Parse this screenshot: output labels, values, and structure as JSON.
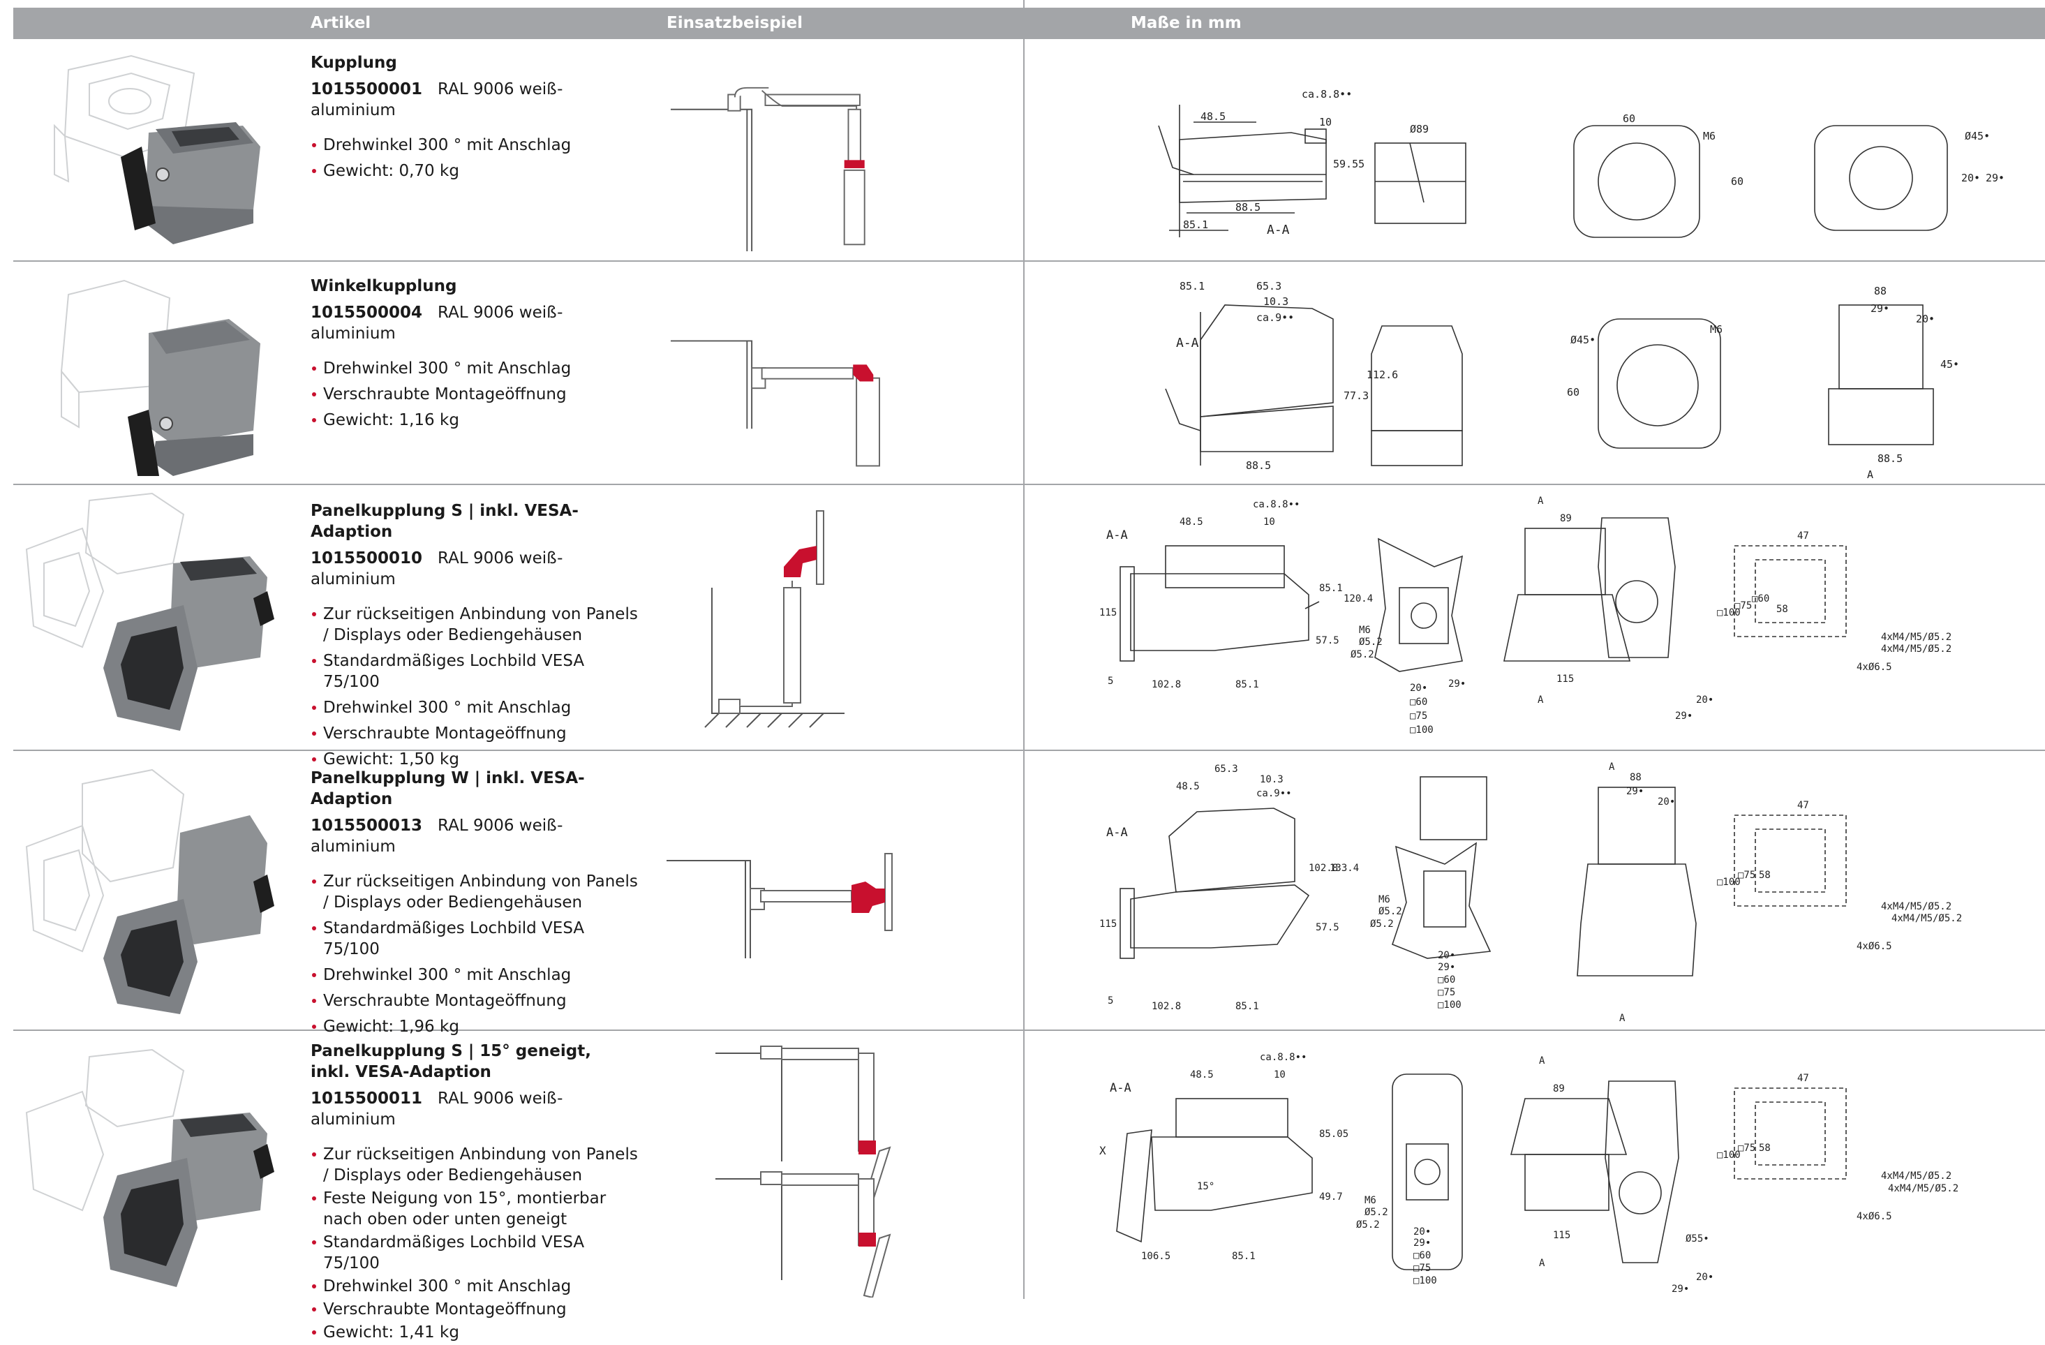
{
  "header": {
    "col_article": "Artikel",
    "col_example": "Einsatzbeispiel",
    "col_dims": "Maße in mm"
  },
  "products": [
    {
      "title": "Kupplung",
      "code": "1015500001",
      "color": "RAL 9006 weiß-aluminium",
      "features": [
        "Drehwinkel 300 ° mit Anschlag",
        "Gewicht: 0,70 kg"
      ],
      "dims": [
        "48.5",
        "ca.8.8••",
        "10",
        "59.55",
        "88.5",
        "85.1",
        "A-A",
        "Ø89",
        "60",
        "M6",
        "60",
        "Ø45•",
        "20•",
        "29•"
      ]
    },
    {
      "title": "Winkelkupplung",
      "code": "1015500004",
      "color": "RAL 9006 weiß-aluminium",
      "features": [
        "Drehwinkel 300 ° mit Anschlag",
        "Verschraubte Montageöffnung",
        "Gewicht: 1,16 kg"
      ],
      "dims": [
        "85.1",
        "65.3",
        "10.3",
        "ca.9••",
        "A-A",
        "77.3",
        "112.6",
        "88.5",
        "Ø45•",
        "M6",
        "60",
        "88",
        "29•",
        "20•",
        "45•",
        "88.5",
        "A"
      ]
    },
    {
      "title": "Panelkupplung S | inkl. VESA-Adaption",
      "code": "1015500010",
      "color": "RAL 9006 weiß-aluminium",
      "features": [
        "Zur rückseitigen Anbindung von Panels / Displays oder Bediengehäusen",
        "Standardmäßiges Lochbild VESA 75/100",
        "Drehwinkel 300 ° mit Anschlag",
        "Verschraubte Montageöffnung",
        "Gewicht: 1,50 kg"
      ],
      "dims": [
        "48.5",
        "ca.8.8••",
        "10",
        "A-A",
        "115",
        "85.1",
        "120.4",
        "57.5",
        "102.8",
        "85.1",
        "5",
        "M6",
        "Ø5.2",
        "Ø5.2",
        "29•",
        "20•",
        "□60",
        "□75",
        "□100",
        "89",
        "A",
        "115",
        "A",
        "20•",
        "29•",
        "47",
        "□100",
        "□75",
        "□60",
        "58",
        "4xM4/M5/Ø5.2",
        "4xM4/M5/Ø5.2",
        "4xØ6.5"
      ]
    },
    {
      "title": "Panelkupplung W | inkl. VESA-Adaption",
      "code": "1015500013",
      "color": "RAL 9006 weiß-aluminium",
      "features": [
        "Zur rückseitigen Anbindung von Panels / Displays oder Bediengehäusen",
        "Standardmäßiges Lochbild VESA 75/100",
        "Drehwinkel 300 ° mit Anschlag",
        "Verschraubte Montageöffnung",
        "Gewicht: 1,96 kg"
      ],
      "dims": [
        "65.3",
        "48.5",
        "10.3",
        "ca.9••",
        "A-A",
        "115",
        "102.8",
        "133.4",
        "57.5",
        "102.8",
        "85.1",
        "5",
        "M6",
        "Ø5.2",
        "Ø5.2",
        "20•",
        "29•",
        "□60",
        "□75",
        "□100",
        "A",
        "88",
        "29•",
        "20•",
        "A",
        "47",
        "□100",
        "□75",
        "58",
        "4xM4/M5/Ø5.2",
        "4xM4/M5/Ø5.2",
        "4xØ6.5"
      ]
    },
    {
      "title": "Panelkupplung S | 15° geneigt,",
      "title2": "inkl. VESA-Adaption",
      "code": "1015500011",
      "color": "RAL 9006 weiß-aluminium",
      "features": [
        "Zur rückseitigen Anbindung von Panels / Displays oder Bediengehäusen",
        "Feste Neigung von 15°, montierbar nach oben oder unten geneigt",
        "Standardmäßiges Lochbild VESA 75/100",
        "Drehwinkel 300 ° mit Anschlag",
        "Verschraubte Montageöffnung",
        "Gewicht: 1,41 kg"
      ],
      "dims": [
        "A-A",
        "48.5",
        "ca.8.8••",
        "10",
        "85.05",
        "49.7",
        "106.5",
        "85.1",
        "X",
        "15°",
        "M6",
        "Ø5.2",
        "Ø5.2",
        "20•",
        "29•",
        "□60",
        "□75",
        "□100",
        "A",
        "89",
        "115",
        "A",
        "Ø55•",
        "20•",
        "29•",
        "47",
        "□100",
        "□75",
        "58",
        "4xM4/M5/Ø5.2",
        "4xM4/M5/Ø5.2",
        "4xØ6.5"
      ]
    }
  ],
  "colors": {
    "header_bg": "#a3a5a8",
    "accent_red": "#c8102e",
    "line": "#a3a5a8"
  }
}
